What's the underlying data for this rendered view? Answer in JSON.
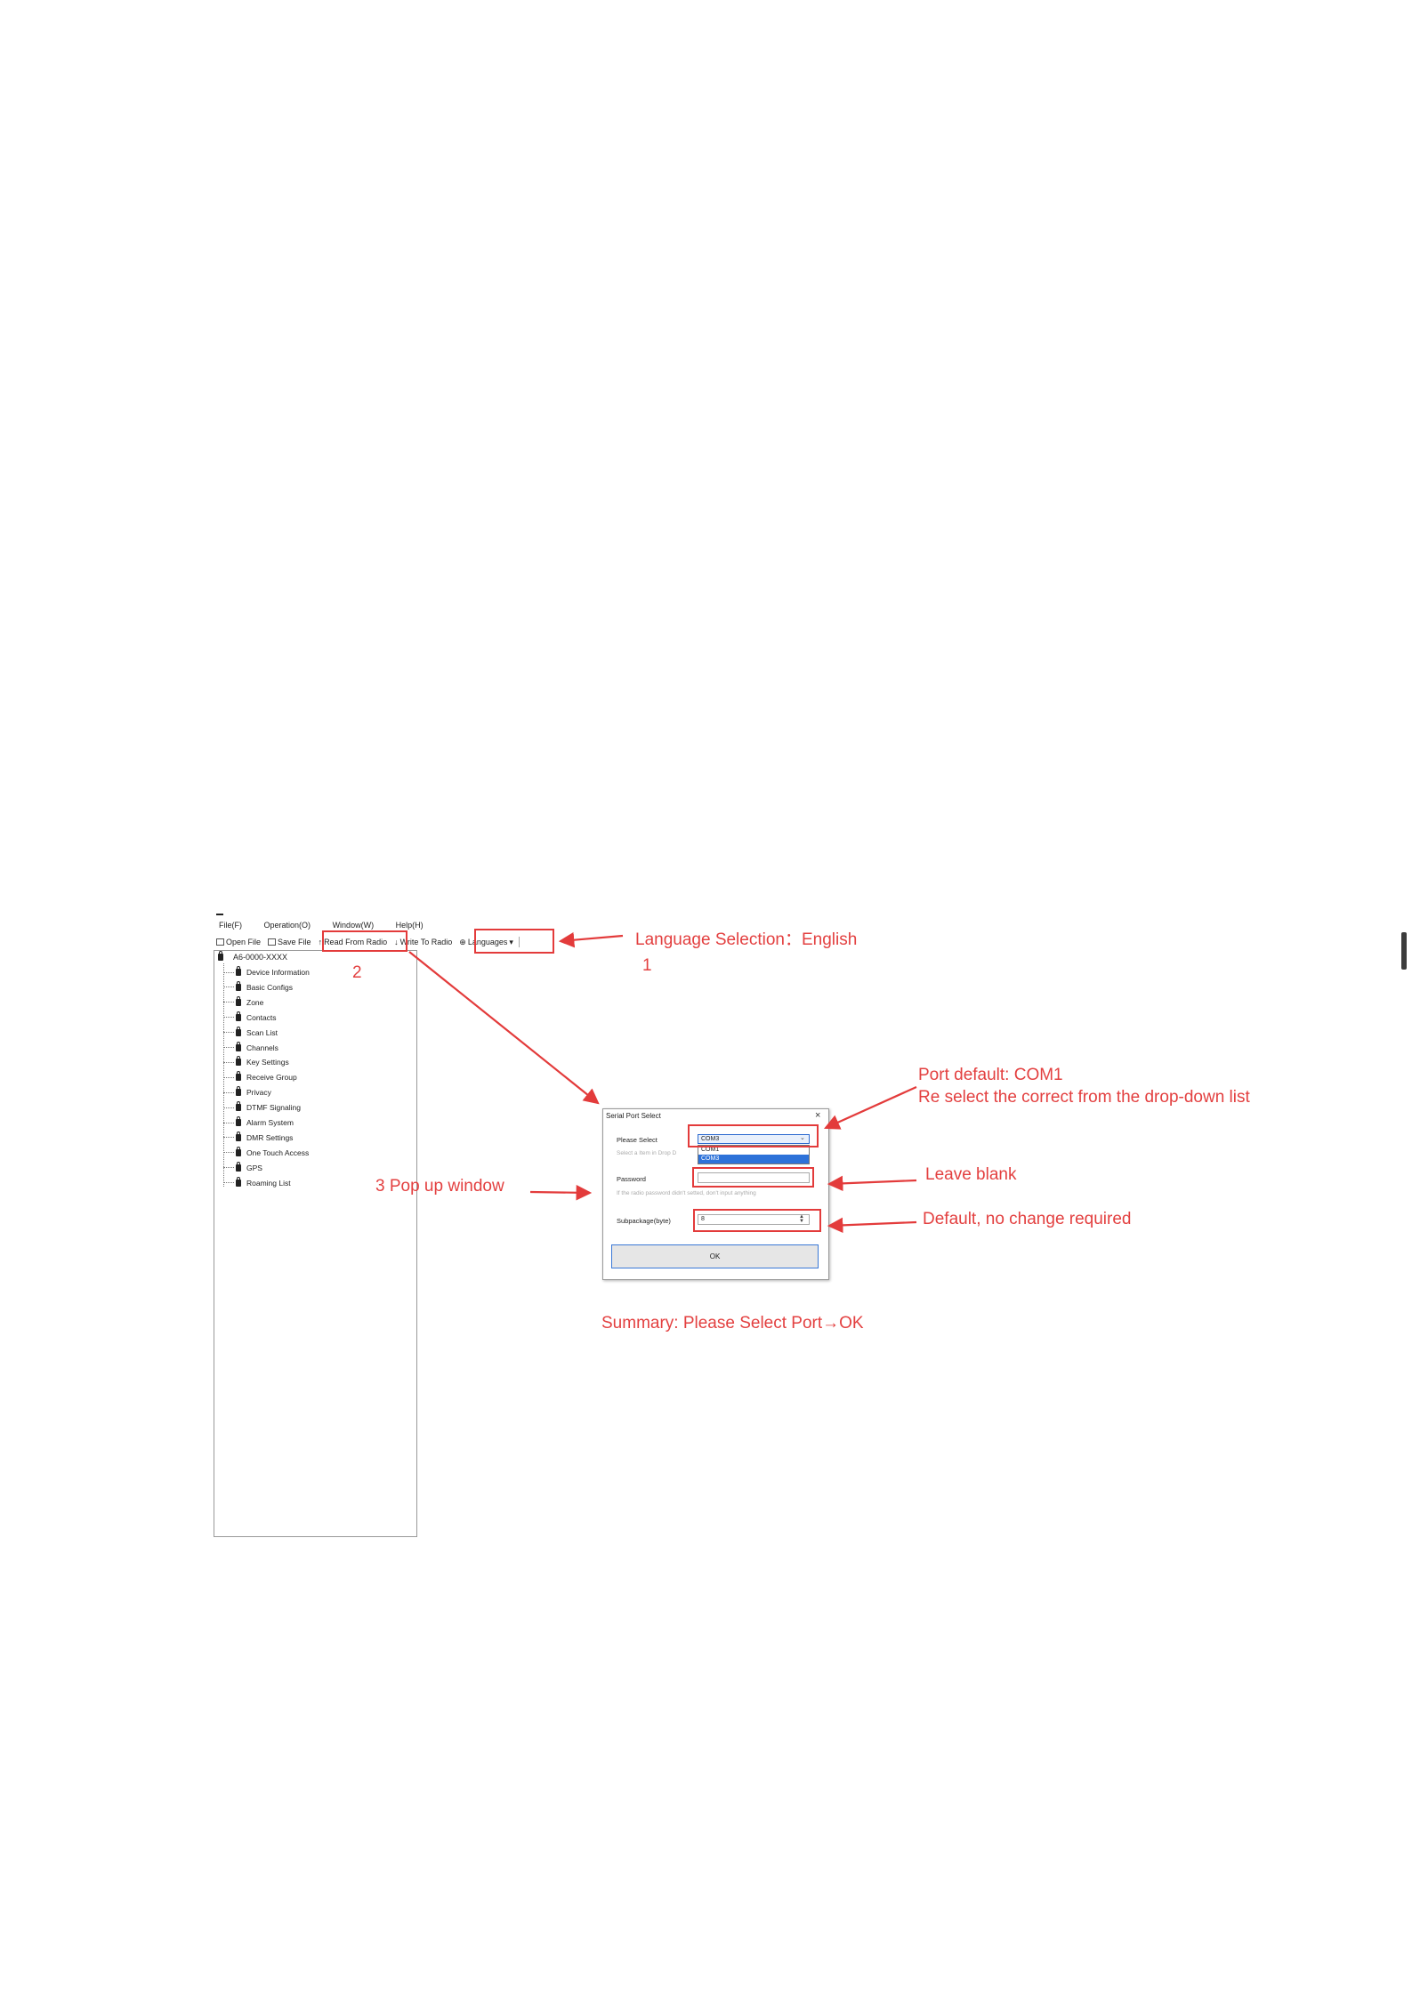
{
  "menu": [
    "File(F)",
    "Operation(O)",
    "Window(W)",
    "Help(H)"
  ],
  "toolbar": {
    "open": "Open File",
    "save": "Save File",
    "read": "Read From Radio",
    "write": "Write To Radio",
    "languages": "Languages"
  },
  "tree": {
    "root": "A6-0000-XXXX",
    "items": [
      "Device Information",
      "Basic Configs",
      "Zone",
      "Contacts",
      "Scan List",
      "Channels",
      "Key Settings",
      "Receive Group",
      "Privacy",
      "DTMF Signaling",
      "Alarm System",
      "DMR Settings",
      "One Touch Access",
      "GPS",
      "Roaming List"
    ]
  },
  "dialog": {
    "title": "Serial Port Select",
    "close": "×",
    "please_select_label": "Please Select",
    "selected_port": "COM3",
    "select_hint": "Select a Item in Drop D",
    "options": [
      "COM1",
      "COM3"
    ],
    "password_label": "Password",
    "password_hint": "If the radio password didn't setted, don't input anything",
    "password_value": "",
    "subpackage_label": "Subpackage(byte)",
    "subpackage_value": "8",
    "ok": "OK"
  },
  "annotations": {
    "language": "Language Selection：English",
    "step1": "1",
    "step2": "2",
    "port_line1": "Port default: COM1",
    "port_line2": "Re select the correct from the drop-down list",
    "leave_blank": "Leave blank",
    "default_no_change": "Default, no change required",
    "popup": "3 Pop up window",
    "summary": "Summary: Please Select Port→OK"
  },
  "colors": {
    "annotation_red": "#e33b3b",
    "selection_blue": "#2d72d9"
  }
}
